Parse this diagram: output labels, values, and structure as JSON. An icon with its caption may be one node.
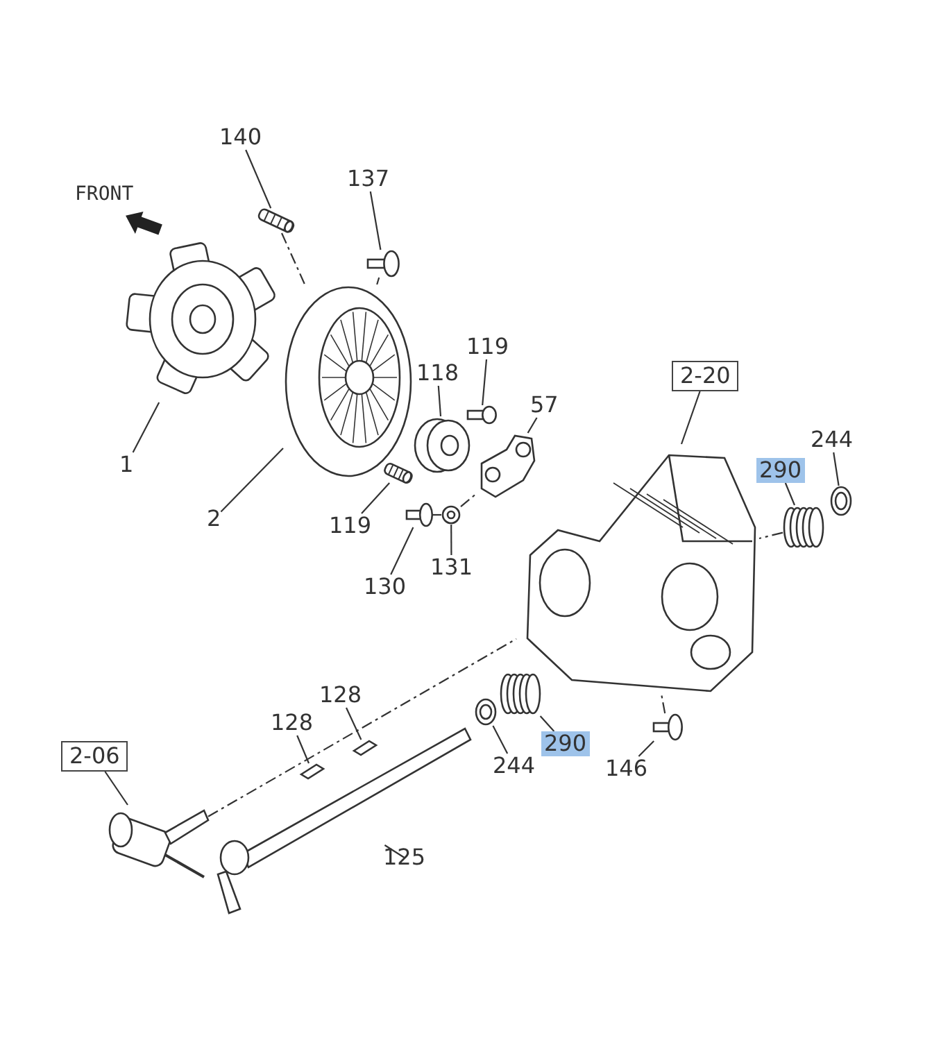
{
  "diagram": {
    "nodes": [
      {
        "text": [
          "140"
        ]
      },
      {
        "text": [],
        "shape": "picture"
      },
      {
        "text": [
          "137"
        ]
      },
      {
        "text": [],
        "shape": "picture"
      },
      {
        "text": [
          "1"
        ]
      },
      {
        "text": [],
        "shape": "picture"
      },
      {
        "text": [
          "2"
        ]
      },
      {
        "text": [],
        "shape": "picture"
      },
      {
        "text": [
          "118"
        ]
      },
      {
        "text": [],
        "shape": "picture"
      },
      {
        "text": [
          "119"
        ]
      },
      {
        "text": [],
        "shape": "picture"
      },
      {
        "text": [
          "119"
        ]
      },
      {
        "text": [],
        "shape": "picture"
      },
      {
        "text": [
          "57"
        ]
      },
      {
        "text": [],
        "shape": "picture"
      },
      {
        "text": [
          "130"
        ]
      },
      {
        "text": [],
        "shape": "picture"
      },
      {
        "text": [
          "131"
        ]
      },
      {
        "text": [],
        "shape": "picture"
      },
      {
        "text": [
          "2-20"
        ]
      },
      {
        "text": [],
        "shape": "picture"
      },
      {
        "text": [
          "290"
        ]
      },
      {
        "text": [],
        "shape": "picture"
      },
      {
        "text": [
          "244"
        ]
      },
      {
        "text": [],
        "shape": "picture"
      },
      {
        "text": [
          "290"
        ]
      },
      {
        "text": [],
        "shape": "picture"
      },
      {
        "text": [
          "244"
        ]
      },
      {
        "text": [],
        "shape": "picture"
      },
      {
        "text": [
          "146"
        ]
      },
      {
        "text": [],
        "shape": "picture"
      },
      {
        "text": [
          "128"
        ]
      },
      {
        "text": [],
        "shape": "picture"
      },
      {
        "text": [
          "128"
        ]
      },
      {
        "text": [],
        "shape": "picture"
      },
      {
        "text": [
          "125"
        ]
      },
      {
        "text": [],
        "shape": "picture"
      },
      {
        "text": [
          "2-06"
        ]
      },
      {
        "text": [],
        "shape": "picture"
      }
    ],
    "edges": [
      {
        "from": 0,
        "to": 1,
        "arrow": "none"
      },
      {
        "from": 2,
        "to": 3,
        "arrow": "none"
      },
      {
        "from": 4,
        "to": 5,
        "arrow": "none"
      },
      {
        "from": 6,
        "to": 7,
        "arrow": "none"
      },
      {
        "from": 8,
        "to": 9,
        "arrow": "none"
      },
      {
        "from": 10,
        "to": 11,
        "arrow": "none"
      },
      {
        "from": 12,
        "to": 13,
        "arrow": "none"
      },
      {
        "from": 14,
        "to": 15,
        "arrow": "none"
      },
      {
        "from": 16,
        "to": 17,
        "arrow": "none"
      },
      {
        "from": 18,
        "to": 19,
        "arrow": "none"
      },
      {
        "from": 20,
        "to": 21,
        "arrow": "none"
      },
      {
        "from": 22,
        "to": 23,
        "arrow": "none"
      },
      {
        "from": 24,
        "to": 25,
        "arrow": "none"
      },
      {
        "from": 26,
        "to": 27,
        "arrow": "none"
      },
      {
        "from": 28,
        "to": 29,
        "arrow": "none"
      },
      {
        "from": 30,
        "to": 31,
        "arrow": "none"
      },
      {
        "from": 32,
        "to": 33,
        "arrow": "none"
      },
      {
        "from": 34,
        "to": 35,
        "arrow": "none"
      },
      {
        "from": 36,
        "to": 37,
        "arrow": "none"
      },
      {
        "from": 38,
        "to": 39,
        "arrow": "none"
      },
      {
        "from": 1,
        "to": 7,
        "arrow": "none",
        "style": "dashed"
      },
      {
        "from": 3,
        "to": 7,
        "arrow": "none",
        "style": "dashed"
      },
      {
        "from": 17,
        "to": 19,
        "arrow": "none",
        "style": "dashed"
      },
      {
        "from": 19,
        "to": 15,
        "arrow": "none",
        "style": "dashed"
      },
      {
        "from": 23,
        "to": 21,
        "arrow": "none",
        "style": "dashed"
      },
      {
        "from": 39,
        "to": 21,
        "arrow": "none",
        "style": "dashed"
      },
      {
        "from": 31,
        "to": 21,
        "arrow": "none",
        "style": "dashed"
      }
    ],
    "labels": [
      "FRONT"
    ]
  }
}
